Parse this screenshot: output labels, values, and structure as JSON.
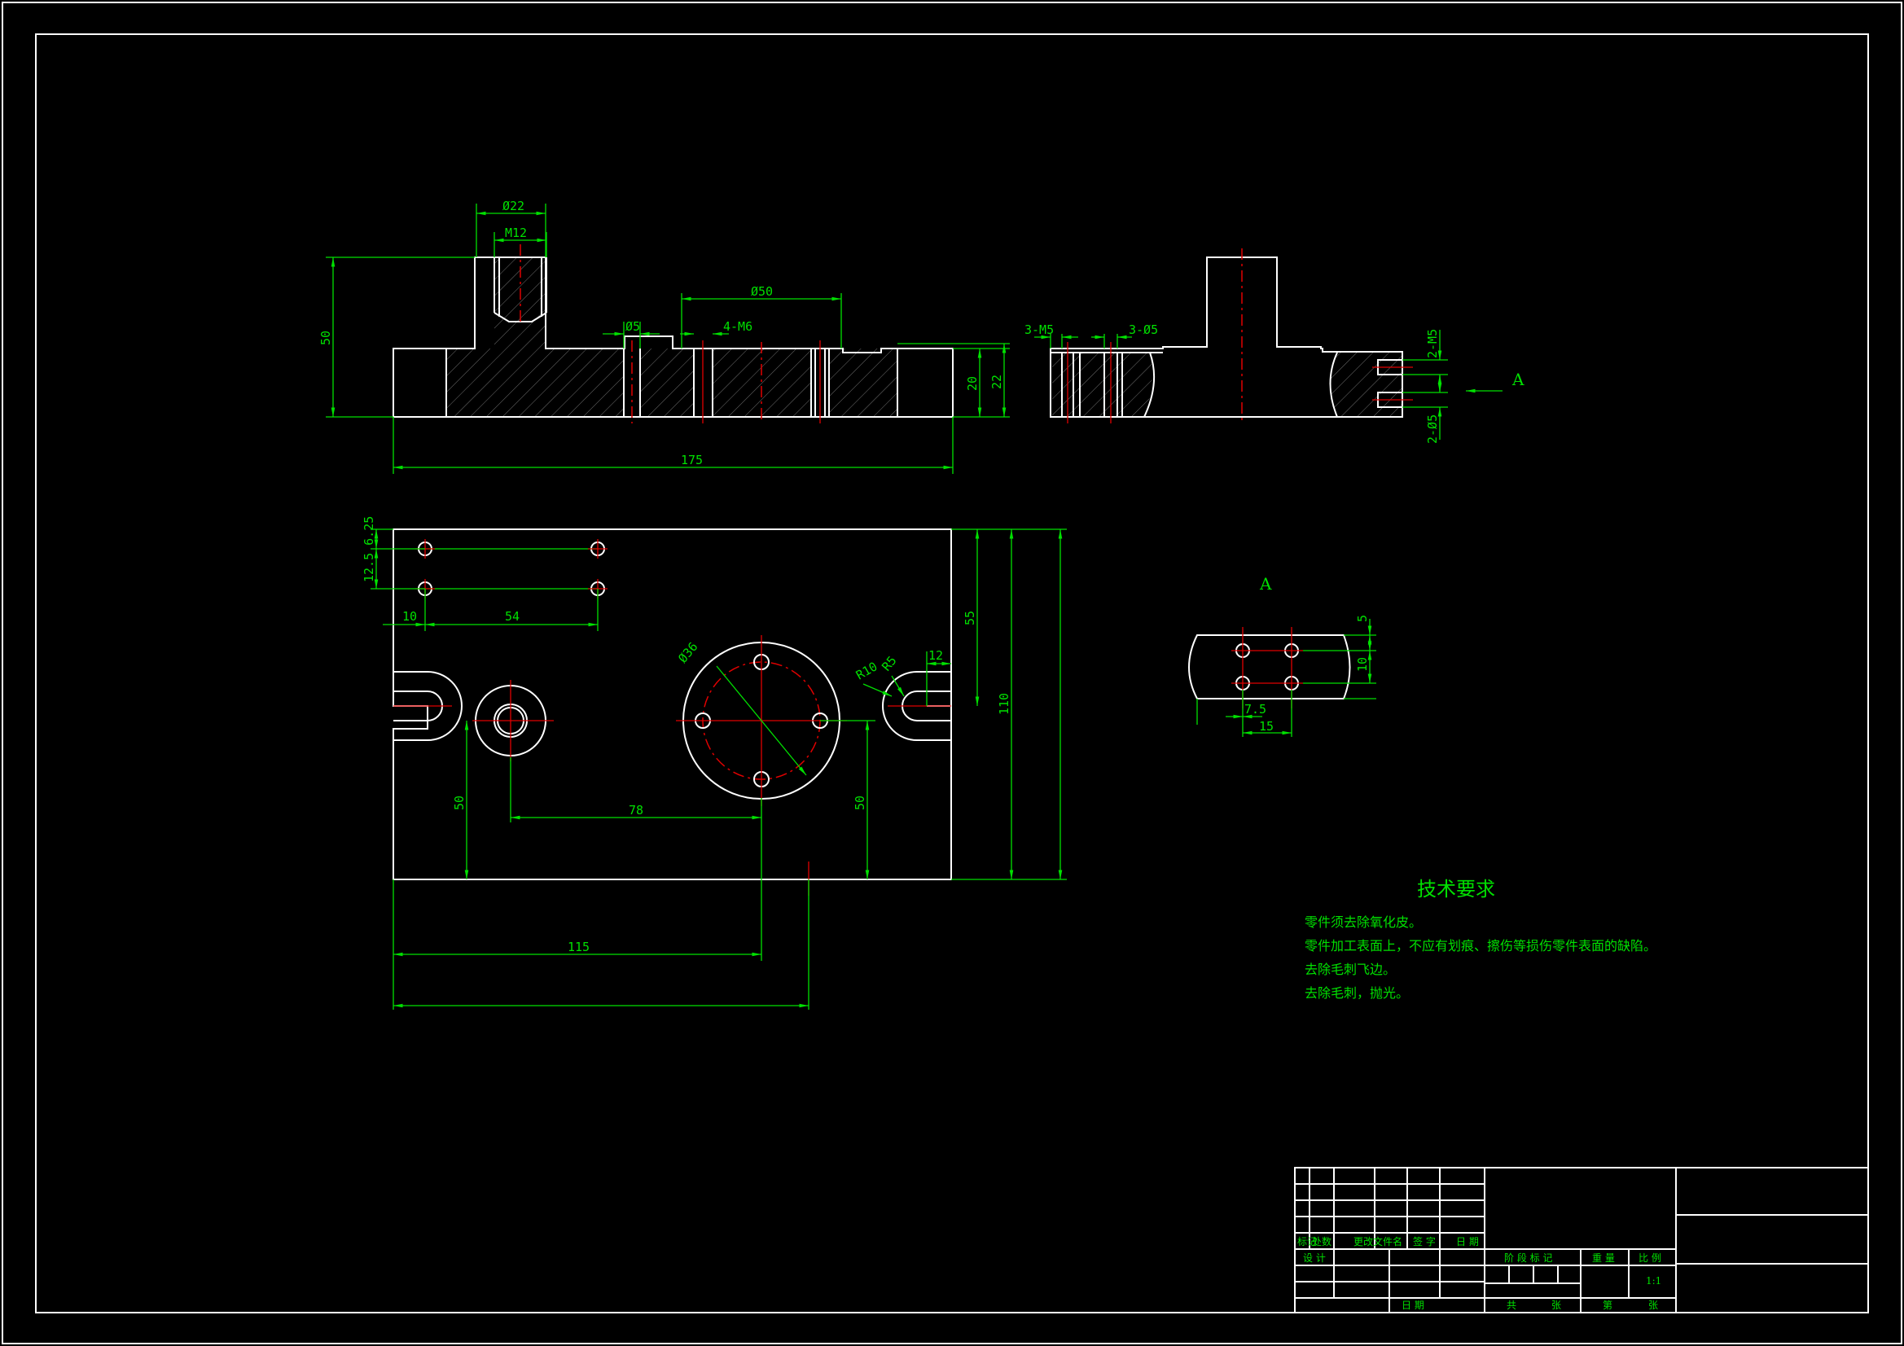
{
  "front_view": {
    "dims": {
      "d22": "Ø22",
      "m12": "M12",
      "h50": "50",
      "d5": "Ø5",
      "m6": "4-M6",
      "d50": "Ø50",
      "h20": "20",
      "h22": "22",
      "w175": "175"
    }
  },
  "side_view": {
    "dims": {
      "m5_3": "3-M5",
      "d5_3": "3-Ø5",
      "m5_2": "2-M5",
      "d5_2": "2-Ø5"
    },
    "view_arrow_label": "A"
  },
  "top_view": {
    "dims": {
      "rows": "12.5 6.25",
      "d10": "10",
      "d54": "54",
      "d36": "Ø36",
      "r10": "R10",
      "r5": "R5",
      "d12": "12",
      "d55": "55",
      "d110": "110",
      "d78": "78",
      "d50a": "50",
      "d50b": "50",
      "d115": "115"
    }
  },
  "detail_a": {
    "label": "A",
    "dims": {
      "d5": "5",
      "d10": "10",
      "d7_5": "7.5",
      "d15": "15"
    }
  },
  "tech": {
    "heading": "技术要求",
    "lines": [
      "零件须去除氧化皮。",
      "零件加工表面上，不应有划痕、擦伤等损伤零件表面的缺陷。",
      "去除毛刺飞边。",
      "去除毛刺，抛光。"
    ]
  },
  "title_block": {
    "row_labels": [
      "标记",
      "处数",
      "更改文件名",
      "签 字",
      "日 期"
    ],
    "design": "设 计",
    "date": "日 期",
    "stage": "阶 段 标 记",
    "weight": "重 量",
    "scale_label": "比 例",
    "scale": "1:1",
    "total": "共",
    "sheets": "张",
    "page": "第",
    "sheet": "张"
  }
}
